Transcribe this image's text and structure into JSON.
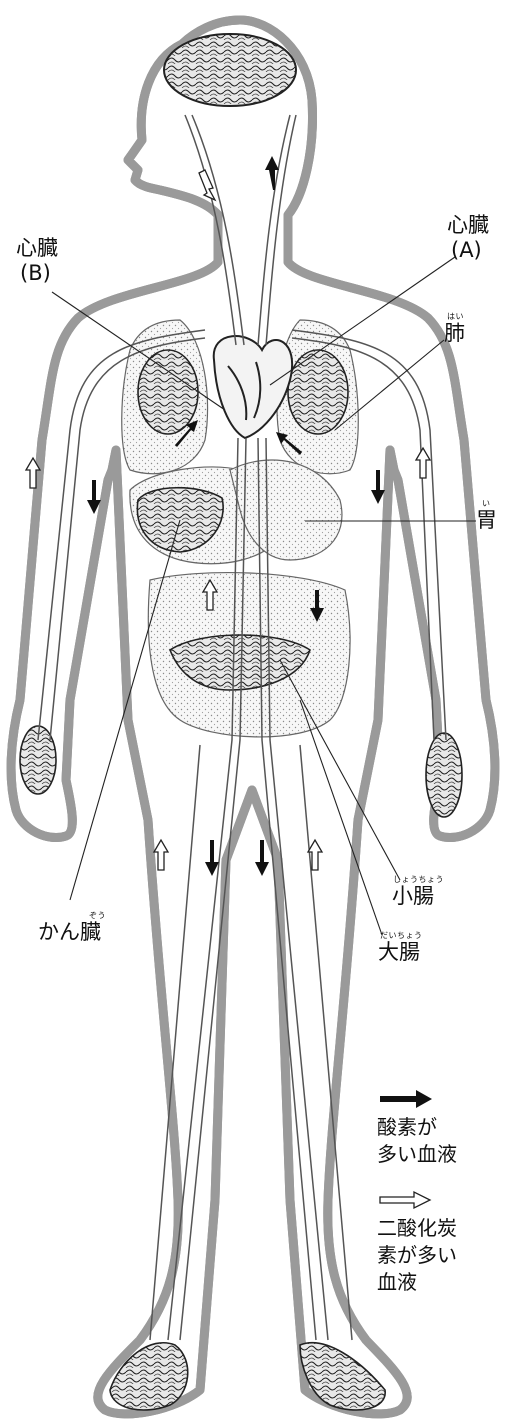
{
  "labels": {
    "heart_a": {
      "text": "心臓",
      "sub": "(A)"
    },
    "heart_b": {
      "text": "心臓",
      "sub": "(B)"
    },
    "lung": {
      "text": "肺",
      "ruby": "はい"
    },
    "stomach": {
      "text": "胃",
      "ruby": "い"
    },
    "liver": {
      "text": "かん臓",
      "ruby": "ぞう"
    },
    "small_intestine": {
      "text": "小腸",
      "ruby": "しょうちょう"
    },
    "large_intestine": {
      "text": "大腸",
      "ruby": "だいちょう"
    }
  },
  "legend": {
    "oxygen_rich": [
      "酸素が",
      "多い血液"
    ],
    "co2_rich": [
      "二酸化炭",
      "素が多い",
      "血液"
    ]
  },
  "colors": {
    "outline": "#9a9a9a",
    "vessel": "#555555",
    "organ_fill": "#ececec",
    "ink": "#111111"
  }
}
